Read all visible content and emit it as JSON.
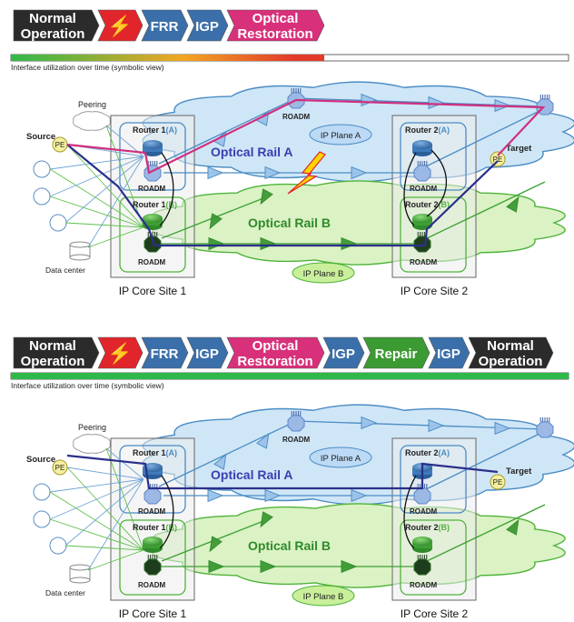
{
  "colors": {
    "normal": "#2b2b2b",
    "fault": "#e0262b",
    "frr": "#3b6fa9",
    "igp": "#3b6fa9",
    "optical": "#d8307a",
    "repair": "#3c9a33",
    "planeA_fill": "#cfe6f7",
    "planeA_stroke": "#4a8cc4",
    "planeB_fill": "#daf2c4",
    "planeB_stroke": "#4fb33a",
    "railA_text": "#3a3fb0",
    "railB_text": "#2f8a2a",
    "magenta_path": "#d0307f",
    "blue_path": "#2b2f8a"
  },
  "top": {
    "phases": [
      {
        "line1": "Normal",
        "line2": "Operation",
        "color": "#2b2b2b",
        "type": "normal"
      },
      {
        "line1": "⚡",
        "line2": "",
        "color": "#e0262b",
        "type": "fault"
      },
      {
        "line1": "FRR",
        "line2": "",
        "color": "#3b6fa9",
        "type": "frr"
      },
      {
        "line1": "IGP",
        "line2": "",
        "color": "#3b6fa9",
        "type": "igp"
      },
      {
        "line1": "Optical",
        "line2": "Restoration",
        "color": "#d8307a",
        "type": "optical"
      }
    ],
    "timeline_caption": "Interface utilization over time (symbolic view)",
    "diagram": {
      "peering": "Peering",
      "source": "Source",
      "pe": "PE",
      "target": "Target",
      "data_center": "Data center",
      "router1a": "Router 1",
      "router1a_suffix": "(A)",
      "router1b": "Router 1",
      "router1b_suffix": "(B)",
      "router2a": "Router 2",
      "router2a_suffix": "(A)",
      "router2b": "Router 2",
      "router2b_suffix": "(B)",
      "roadm": "ROADM",
      "rail_a": "Optical Rail A",
      "rail_b": "Optical Rail B",
      "plane_a": "IP Plane A",
      "plane_b": "IP Plane B",
      "site1": "IP Core Site 1",
      "site2": "IP Core Site 2"
    }
  },
  "bottom": {
    "phases": [
      {
        "line1": "Normal",
        "line2": "Operation",
        "color": "#2b2b2b",
        "type": "normal"
      },
      {
        "line1": "⚡",
        "line2": "",
        "color": "#e0262b",
        "type": "fault"
      },
      {
        "line1": "FRR",
        "line2": "",
        "color": "#3b6fa9",
        "type": "frr"
      },
      {
        "line1": "IGP",
        "line2": "",
        "color": "#3b6fa9",
        "type": "igp"
      },
      {
        "line1": "Optical",
        "line2": "Restoration",
        "color": "#d8307a",
        "type": "optical"
      },
      {
        "line1": "IGP",
        "line2": "",
        "color": "#3b6fa9",
        "type": "igp"
      },
      {
        "line1": "Repair",
        "line2": "",
        "color": "#3c9a33",
        "type": "repair"
      },
      {
        "line1": "IGP",
        "line2": "",
        "color": "#3b6fa9",
        "type": "igp"
      },
      {
        "line1": "Normal",
        "line2": "Operation",
        "color": "#2b2b2b",
        "type": "normal"
      }
    ],
    "timeline_caption": "Interface utilization over time (symbolic view)",
    "diagram": {
      "peering": "Peering",
      "source": "Source",
      "pe": "PE",
      "target": "Target",
      "data_center": "Data center",
      "router1a": "Router 1",
      "router1a_suffix": "(A)",
      "router1b": "Router 1",
      "router1b_suffix": "(B)",
      "router2a": "Router 2",
      "router2a_suffix": "(A)",
      "router2b": "Router 2",
      "router2b_suffix": "(B)",
      "roadm": "ROADM",
      "rail_a": "Optical Rail A",
      "rail_b": "Optical Rail B",
      "plane_a": "IP Plane A",
      "plane_b": "IP Plane B",
      "site1": "IP Core Site 1",
      "site2": "IP Core Site 2"
    }
  }
}
